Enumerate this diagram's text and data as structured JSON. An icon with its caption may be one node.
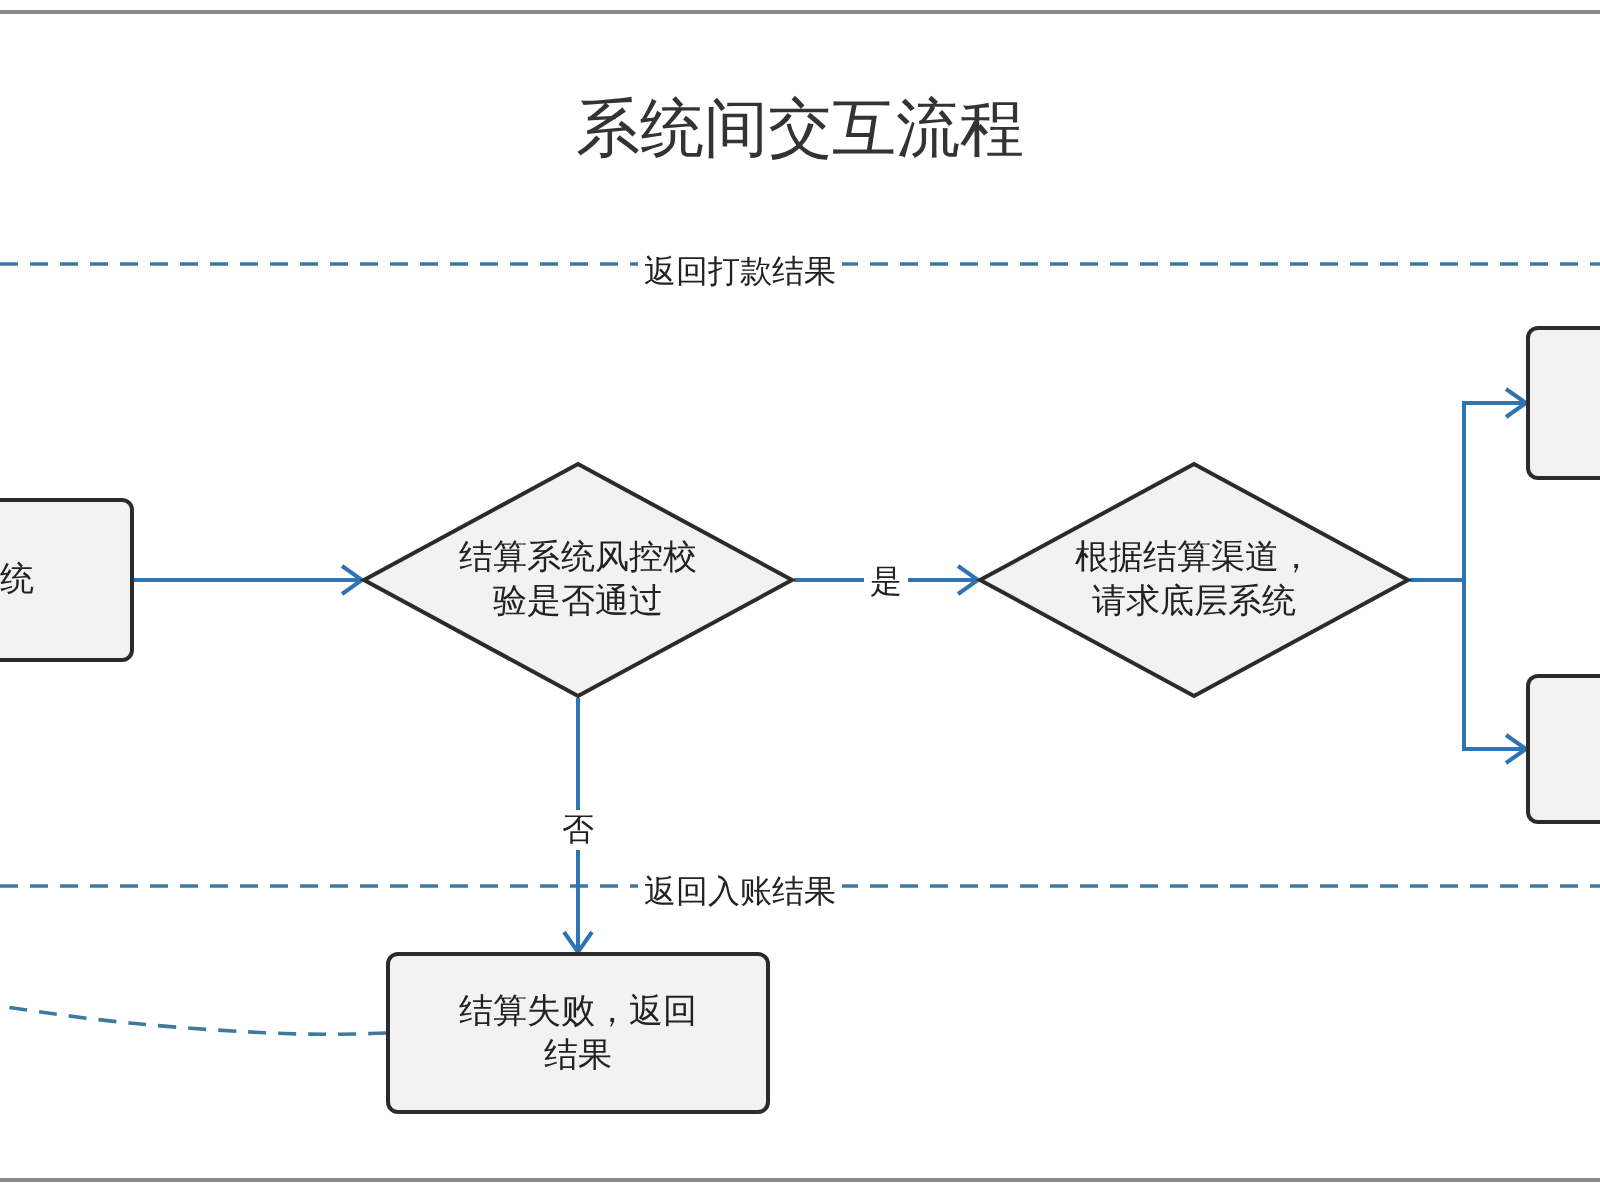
{
  "diagram": {
    "title": "系统间交互流程",
    "nodes": [
      {
        "text": [
          "统"
        ]
      },
      {
        "text": [
          "结算系统风控校验是否通过"
        ]
      },
      {
        "text": [
          "根据结算渠道，请求底层系统"
        ]
      },
      {
        "text": [],
        "shape": "box"
      },
      {
        "text": [],
        "shape": "box"
      },
      {
        "text": [
          "结算失败，返回结果"
        ]
      }
    ],
    "edges": [
      {
        "from": 0,
        "to": 1,
        "arrow": "to"
      },
      {
        "from": 1,
        "to": 2,
        "arrow": "to",
        "label": "是"
      },
      {
        "from": 1,
        "to": 5,
        "arrow": "to",
        "label": "否"
      },
      {
        "from": 2,
        "to": 3,
        "arrow": "to"
      },
      {
        "from": 2,
        "to": 4,
        "arrow": "to"
      },
      {
        "from": 5,
        "to": null,
        "arrow": "none",
        "style": "dashed",
        "color": "#3f7a9e"
      }
    ],
    "labels": [
      "返回打款结果",
      "返回入账结果"
    ]
  }
}
